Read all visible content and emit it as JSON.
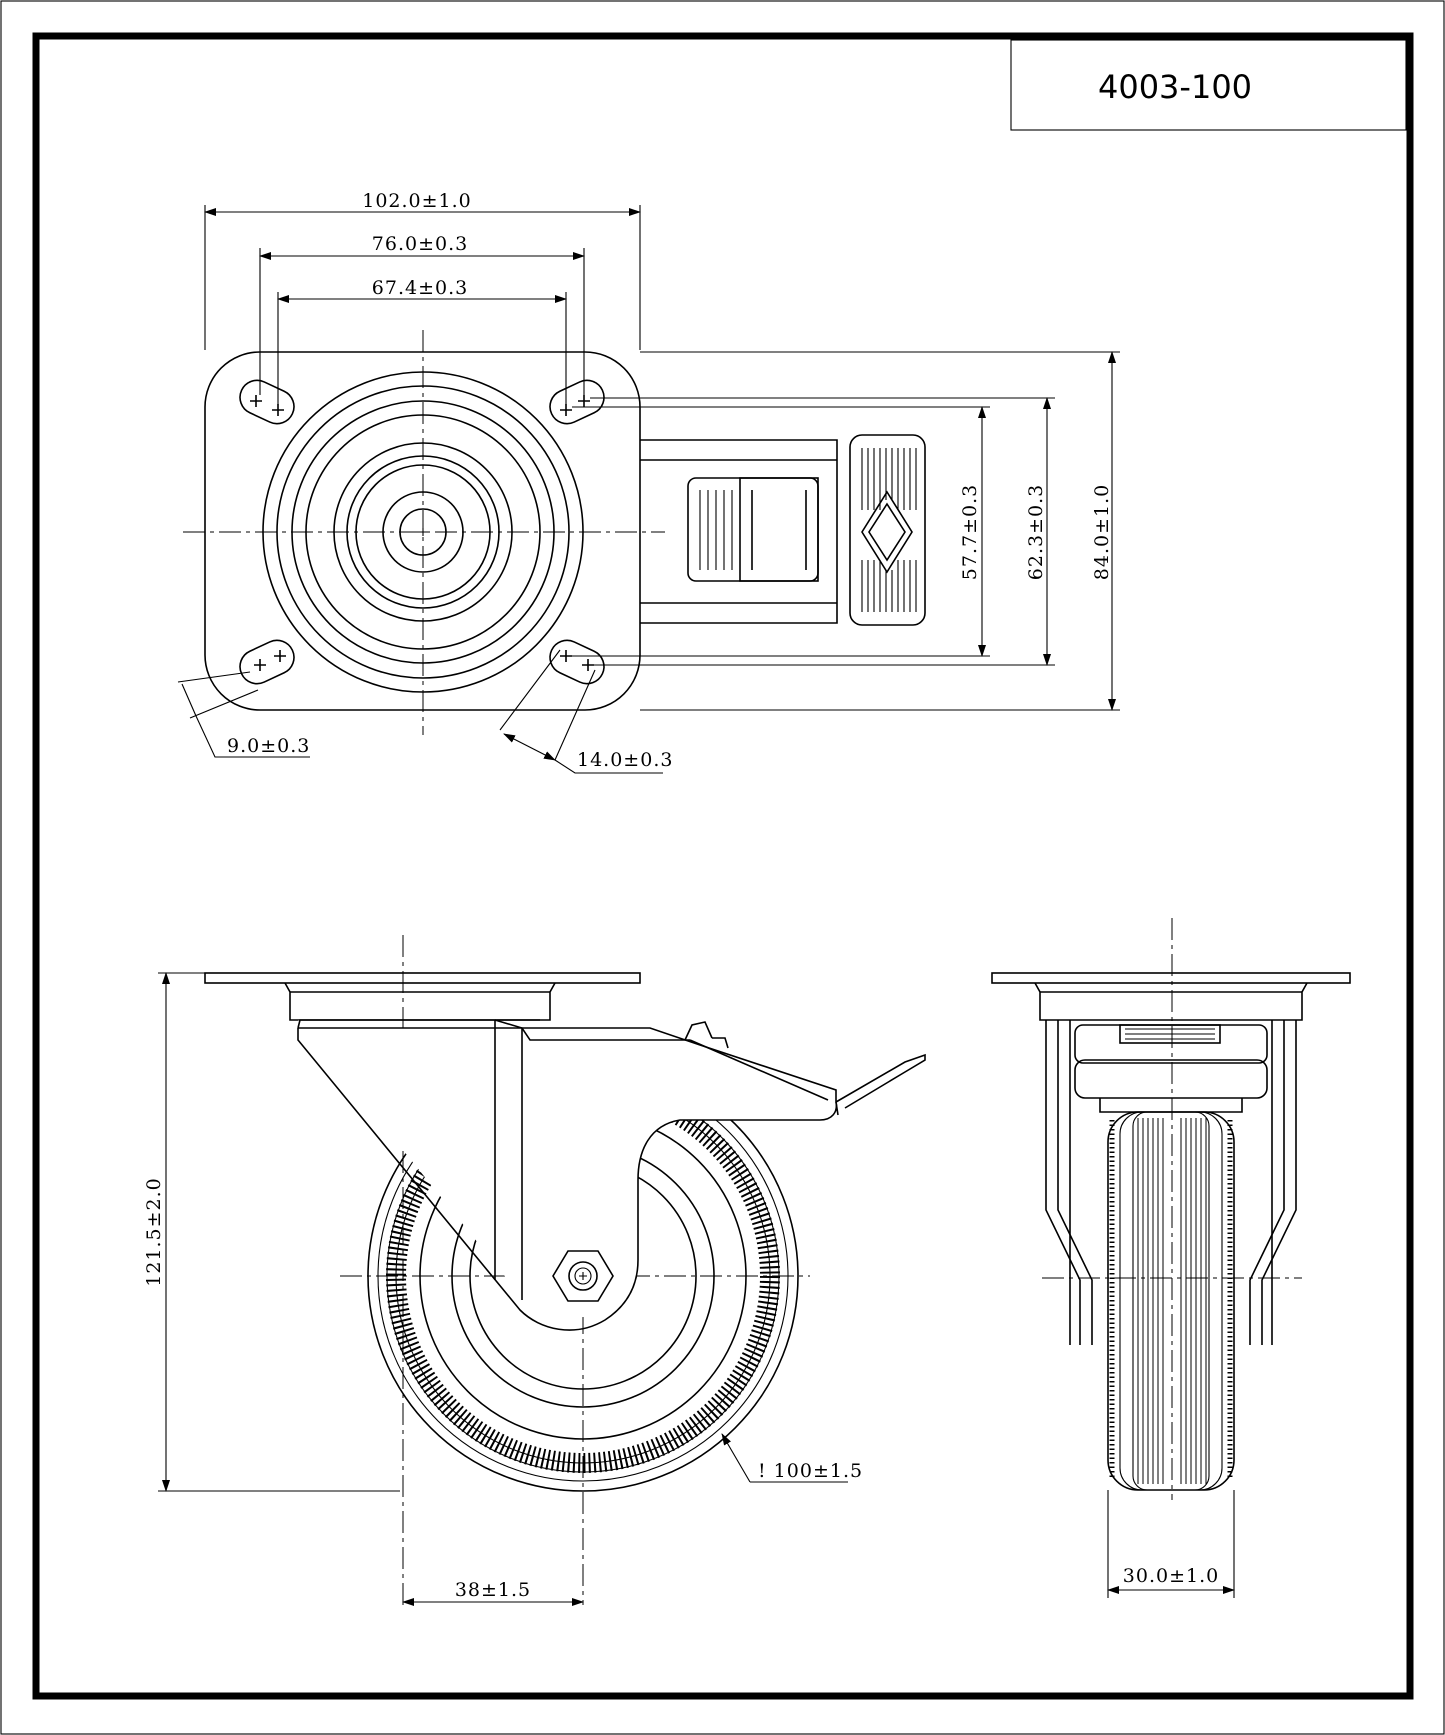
{
  "title_block": {
    "part_number": "4003-100"
  },
  "top_view": {
    "dimensions": {
      "plate_width": "102.0±1.0",
      "hole_spacing_outer": "76.0±0.3",
      "hole_spacing_inner": "67.4±0.3",
      "hole_pitch_v_inner": "57.7±0.3",
      "hole_pitch_v_outer": "62.3±0.3",
      "plate_length": "84.0±1.0",
      "slot_width": "9.0±0.3",
      "slot_length": "14.0±0.3"
    }
  },
  "side_view": {
    "dimensions": {
      "overall_height": "121.5±2.0",
      "wheel_diameter": "! 100±1.5",
      "offset": "38±1.5"
    }
  },
  "front_view": {
    "dimensions": {
      "wheel_width": "30.0±1.0"
    }
  }
}
